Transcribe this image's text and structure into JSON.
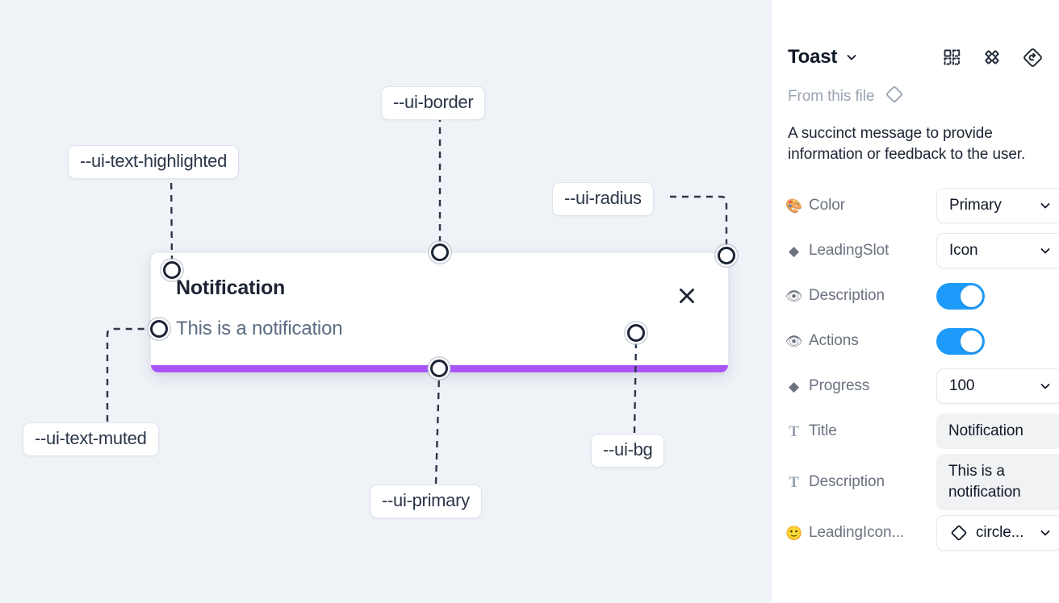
{
  "canvas": {
    "background": "#eff2f7",
    "toast": {
      "title": "Notification",
      "description": "This is a notification",
      "close_icon": "close-icon",
      "progress_color": "#a855f7",
      "background": "#ffffff"
    },
    "annotations": [
      {
        "id": "ui-border",
        "label": "--ui-border"
      },
      {
        "id": "ui-text-highlighted",
        "label": "--ui-text-highlighted"
      },
      {
        "id": "ui-radius",
        "label": "--ui-radius"
      },
      {
        "id": "ui-text-muted",
        "label": "--ui-text-muted"
      },
      {
        "id": "ui-bg",
        "label": "--ui-bg"
      },
      {
        "id": "ui-primary",
        "label": "--ui-primary"
      }
    ]
  },
  "sidebar": {
    "title": "Toast",
    "header_icons": [
      {
        "name": "instance-component-icon"
      },
      {
        "name": "component-set-icon"
      },
      {
        "name": "reset-instance-icon"
      }
    ],
    "source": {
      "label": "From this file",
      "icon": "diamond-icon"
    },
    "description": "A succinct message to provide information or feedback to the user.",
    "properties": [
      {
        "icon": "palette-icon",
        "icon_glyph": "🎨",
        "label": "Color",
        "control": "select",
        "value": "Primary"
      },
      {
        "icon": "diamond-icon",
        "icon_glyph": "◆",
        "label": "LeadingSlot",
        "control": "select",
        "value": "Icon"
      },
      {
        "icon": "eye-icon",
        "icon_glyph": "👁",
        "label": "Description",
        "control": "toggle",
        "value": "on",
        "color": "#1e9bfa"
      },
      {
        "icon": "eye-icon",
        "icon_glyph": "👁",
        "label": "Actions",
        "control": "toggle",
        "value": "on",
        "color": "#1e9bfa"
      },
      {
        "icon": "diamond-icon",
        "icon_glyph": "◆",
        "label": "Progress",
        "control": "select",
        "value": "100"
      },
      {
        "icon": "text-icon",
        "icon_glyph": "T",
        "label": "Title",
        "control": "text",
        "value": "Notification"
      },
      {
        "icon": "text-icon",
        "icon_glyph": "T",
        "label": "Description",
        "control": "text",
        "value": "This is a notification"
      },
      {
        "icon": "smiley-icon",
        "icon_glyph": "🙂",
        "label": "LeadingIcon...",
        "control": "icon-select",
        "value": "circle..."
      }
    ]
  }
}
